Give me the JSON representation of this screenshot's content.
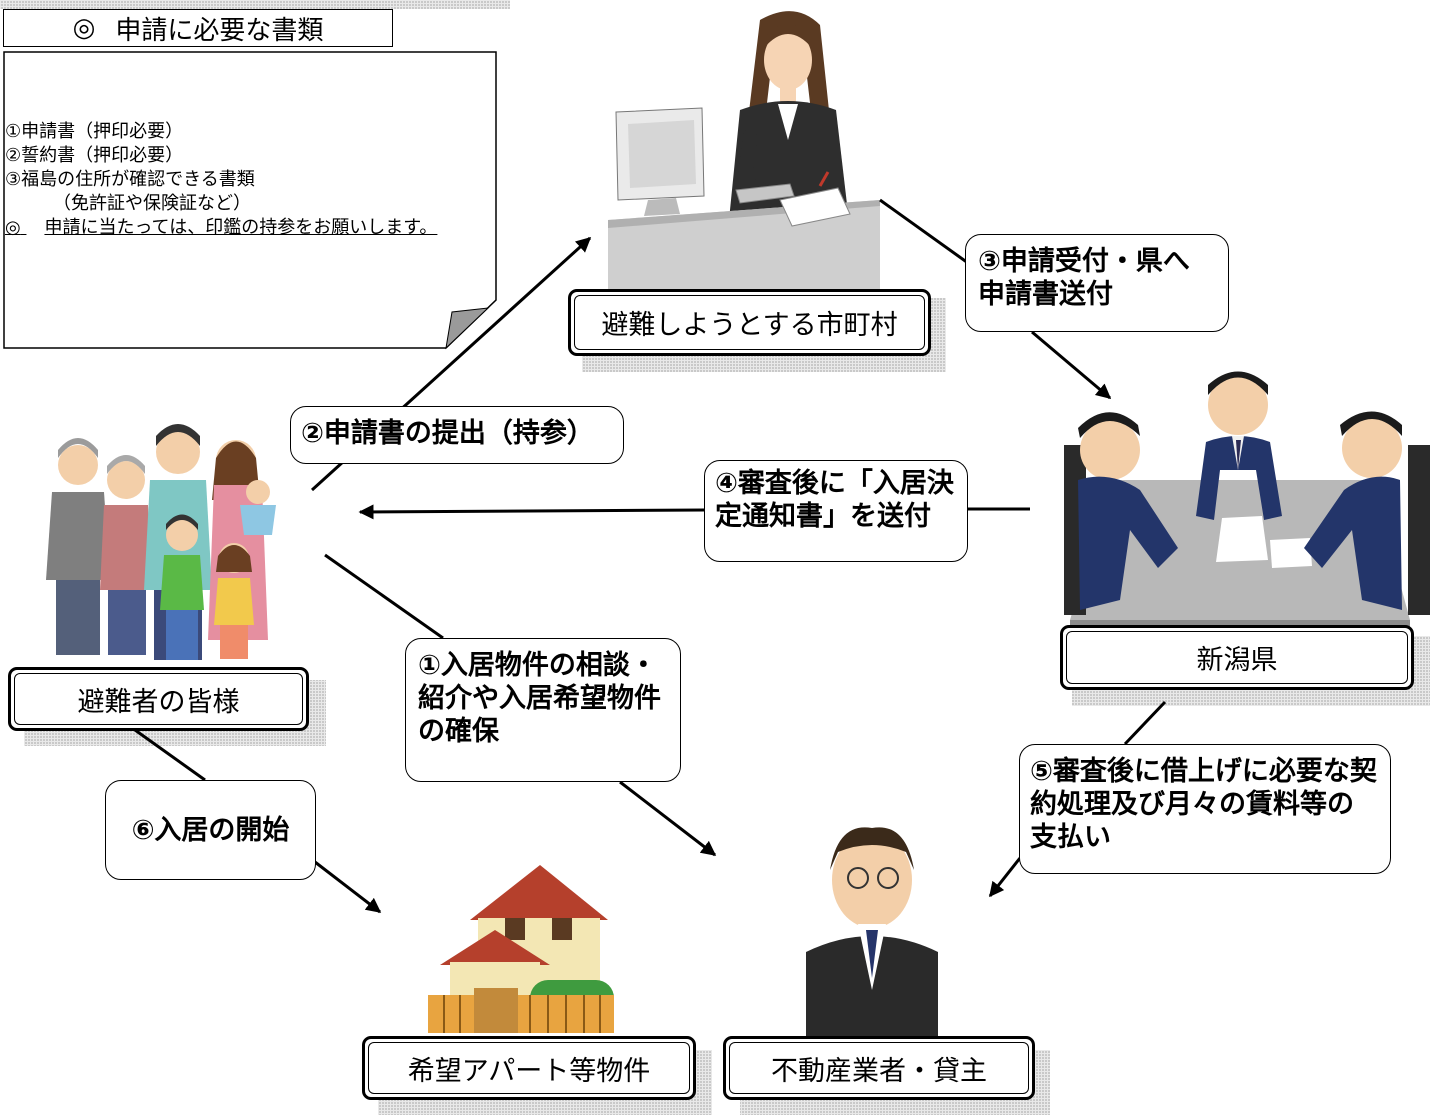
{
  "documents": {
    "header_mark": "◎",
    "header_title": "申請に必要な書類",
    "items": [
      "①申請書（押印必要）",
      "②誓約書（押印必要）",
      "③福島の住所が確認できる書類",
      "（免許証や保険証など）"
    ],
    "note_mark": "◎",
    "note": "申請に当たっては、印鑑の持参をお願いします。"
  },
  "nodes": {
    "municipality": "避難しようとする市町村",
    "evacuees": "避難者の皆様",
    "prefecture": "新潟県",
    "property": "希望アパート等物件",
    "landlord": "不動産業者・貸主"
  },
  "steps": {
    "step1": "①入居物件の相談・紹介や入居希望物件の確保",
    "step2": "②申請書の提出（持参）",
    "step3": "③申請受付・県へ申請書送付",
    "step4": "④審査後に「入居決定通知書」を送付",
    "step5": "⑤審査後に借上げに必要な契約処理及び月々の賃料等の支払い",
    "step6": "⑥入居の開始"
  },
  "colors": {
    "line": "#000000",
    "hatch": "#c9c9c9",
    "suit_navy": "#1f3569",
    "desk_gray": "#cfcfcf",
    "roof_red": "#b5402c",
    "wall_cream": "#f3e7b4"
  }
}
